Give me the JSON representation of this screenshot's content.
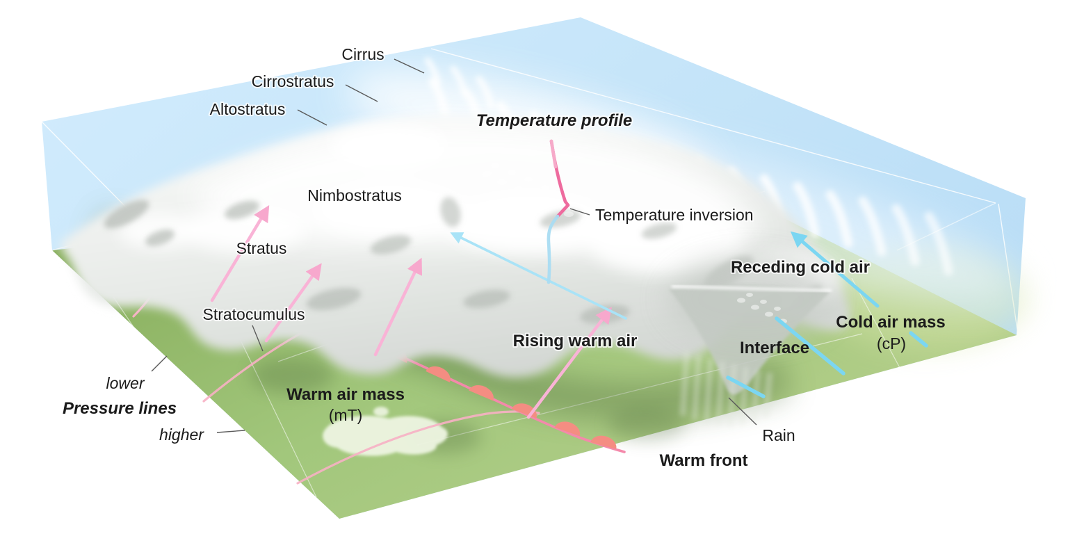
{
  "diagram": {
    "type": "warm-front-block-diagram",
    "cloud_labels": {
      "cirrus": "Cirrus",
      "cirrostratus": "Cirrostratus",
      "altostratus": "Altostratus",
      "nimbostratus": "Nimbostratus",
      "stratus": "Stratus",
      "stratocumulus": "Stratocumulus"
    },
    "profile": {
      "title": "Temperature profile",
      "inversion": "Temperature inversion"
    },
    "air_labels": {
      "receding_cold_air": "Receding cold air",
      "cold_air_mass": "Cold air mass",
      "cold_air_mass_abbr": "(cP)",
      "warm_air_mass": "Warm air mass",
      "warm_air_mass_abbr": "(mT)",
      "rising_warm_air": "Rising warm air",
      "interface": "Interface",
      "warm_front": "Warm front",
      "rain": "Rain"
    },
    "pressure": {
      "label": "Pressure lines",
      "lower": "lower",
      "higher": "higher"
    },
    "colors": {
      "sky": "#c6e5f9",
      "ground_green": "#a3c87e",
      "ground_dark_shadow": "#4e6b3a",
      "cloud_light": "#f2f4f2",
      "cloud_shadow": "#b7bdb7",
      "warm_front_label": "#f6679f",
      "warm_front_line": "#f489ab",
      "warm_front_bump": "#f48d82",
      "isobar_pink": "#f7b0c4",
      "warm_air_label": "#f8bcc8",
      "cold_cyan": "#7bd6f2",
      "cold_label": "#8bdef6",
      "profile_warm": "#ee6b9e",
      "profile_cold": "#a9dcf2",
      "label_text": "#1b1b1b",
      "leader_line": "#5a5a5a"
    }
  }
}
